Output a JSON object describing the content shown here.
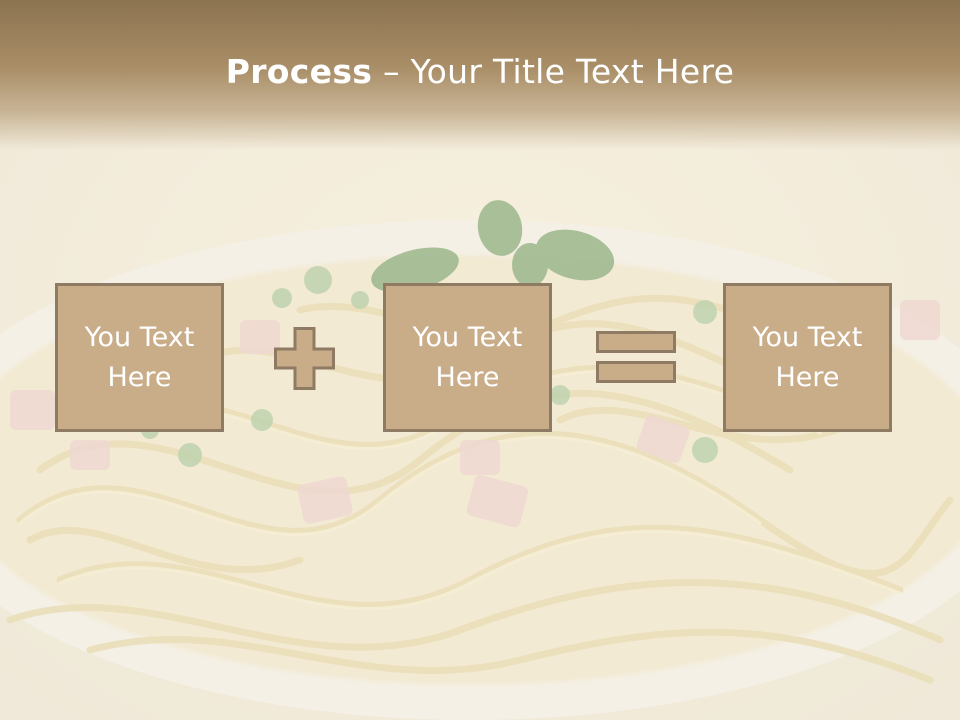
{
  "slide": {
    "title_bold": "Process",
    "title_rest": " – Your Title Text Here",
    "boxes": [
      {
        "label": "You Text\nHere"
      },
      {
        "label": "You Text\nHere"
      },
      {
        "label": "You Text\nHere"
      }
    ],
    "operators": [
      "plus-icon",
      "equals-icon"
    ]
  },
  "colors": {
    "box_fill": "#c9ac88",
    "box_border": "#8f7a63",
    "header": "#8c7350",
    "text": "#ffffff"
  }
}
